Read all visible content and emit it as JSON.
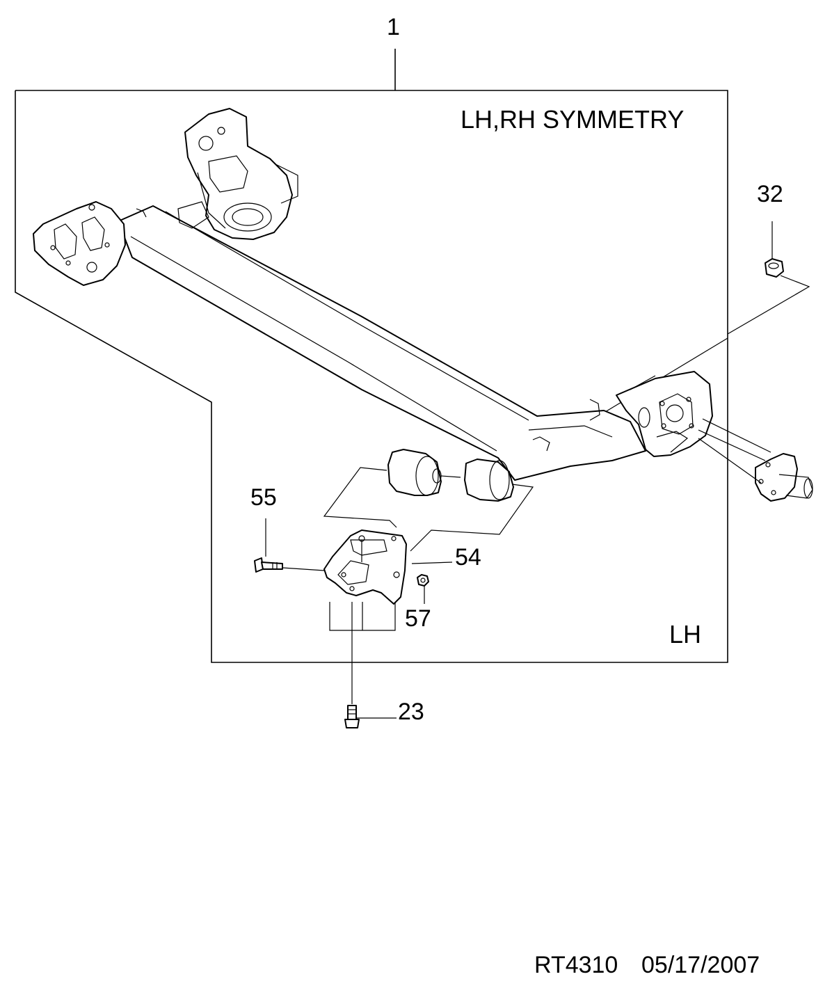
{
  "notes": {
    "symmetry": "LH,RH SYMMETRY",
    "side": "LH"
  },
  "callouts": {
    "p1": "1",
    "p32": "32",
    "p55": "55",
    "p54": "54",
    "p57": "57",
    "p23": "23"
  },
  "footer": {
    "code": "RT4310",
    "date": "05/17/2007"
  }
}
